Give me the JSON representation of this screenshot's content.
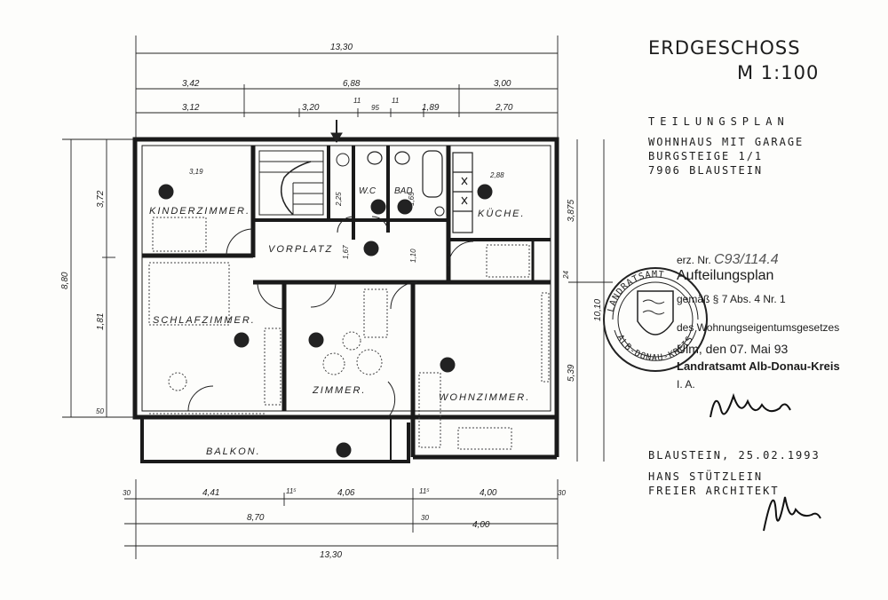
{
  "header": {
    "title": "ERDGESCHOSS",
    "scale": "M 1:100",
    "plan_type": "TEILUNGSPLAN",
    "building": "WOHNHAUS MIT GARAGE",
    "street": "BURGSTEIGE 1/1",
    "city": "7906  BLAUSTEIN"
  },
  "stamp": {
    "erz_nr_label": "erz. Nr.",
    "erz_nr_value": "C93/114.4",
    "heading": "Aufteilungsplan",
    "ref": "gemäß § 7 Abs. 4 Nr. 1",
    "law": "des Wohnungseigentumsgesetzes",
    "place_date": "Ulm, den 07. Mai 93",
    "authority": "Landratsamt Alb-Donau-Kreis",
    "ia": "I. A.",
    "seal_top": "LANDRATSAMT",
    "seal_bottom": "ALB-DONAU-KREIS"
  },
  "footer": {
    "place_date": "BLAUSTEIN,  25.02.1993",
    "architect_name": "HANS  STÜTZLEIN",
    "architect_title": "FREIER ARCHITEKT"
  },
  "rooms": {
    "kinderzimmer": "KINDERZIMMER.",
    "schlafzimmer": "SCHLAFZIMMER.",
    "vorplatz": "VORPLATZ",
    "wc": "W.C",
    "bad": "BAD",
    "kueche": "KÜCHE.",
    "zimmer": "ZIMMER.",
    "wohnzimmer": "WOHNZIMMER.",
    "balkon": "BALKON."
  },
  "dimensions": {
    "top_total": "13,30",
    "top_row1": [
      "3,42",
      "6,88",
      "3,00"
    ],
    "top_row2": [
      "3,12",
      "3,20",
      "95",
      "1,89",
      "2,70"
    ],
    "top_small": [
      "11",
      "11"
    ],
    "left_total": "8,80",
    "left_parts": [
      "3,72",
      "1,81"
    ],
    "left_small": "50",
    "right_parts": [
      "3,875",
      "5,39",
      "10,10"
    ],
    "right_small": "24",
    "bottom_row1": [
      "30",
      "4,41",
      "11⁵",
      "4,06",
      "11⁵",
      "4,00",
      "30"
    ],
    "bottom_row2": [
      "8,70",
      "30",
      "4,00"
    ],
    "bottom_total": "13,30",
    "interior": [
      "3,19",
      "2,88",
      "2,25",
      "1,65",
      "1,67",
      "1,10"
    ]
  }
}
